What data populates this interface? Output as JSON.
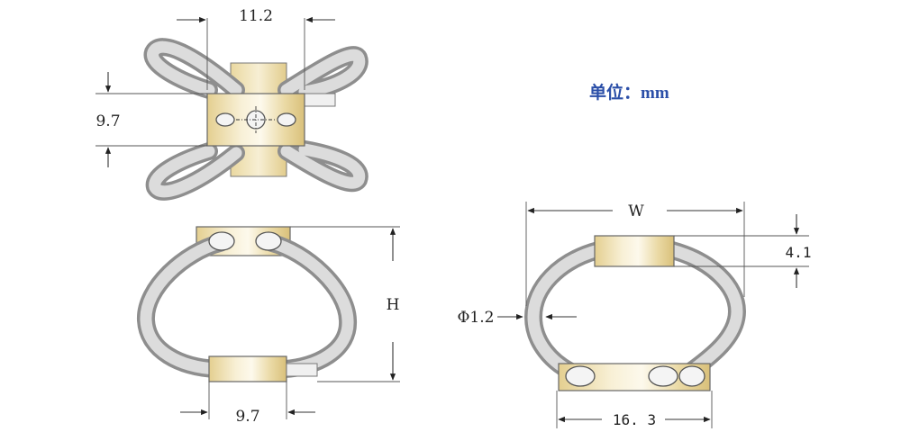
{
  "unit_label": "单位：mm",
  "dims": {
    "top_width": "11.2",
    "top_height": "9.7",
    "front_height": "H",
    "front_bottom_width": "9.7",
    "side_width": "W",
    "side_plate_height": "4.1",
    "wire_diameter": "Φ1.2",
    "side_bottom_width": "16. 3"
  },
  "colors": {
    "unit_text": "#2b4fa8",
    "plate_gold": "#e8d9a6",
    "tube_gray": "#8e8e8e"
  }
}
